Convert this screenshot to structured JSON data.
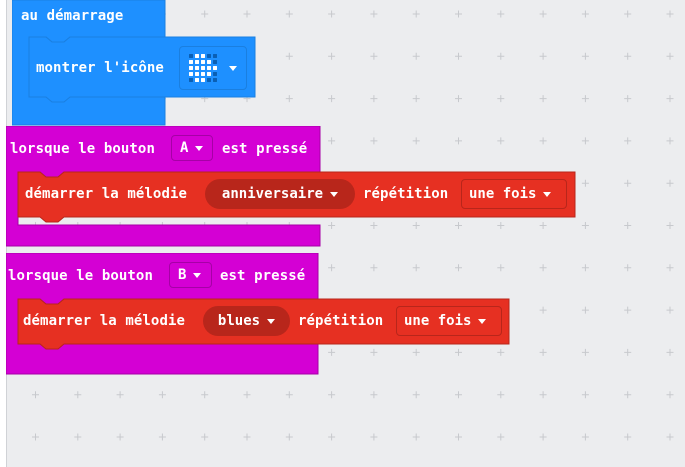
{
  "colors": {
    "workspace": "#ecedef",
    "basic": "#1e90ff",
    "basic_dark": "#1a7fe0",
    "input": "#d400d4",
    "input_dark": "#a600a6",
    "music": "#e63022",
    "music_dark": "#b8261b",
    "grid_plus": "#c7c9cd"
  },
  "on_start": {
    "label": "au démarrage",
    "show_icon": {
      "label": "montrer l'icône",
      "icon": "heart-icon"
    }
  },
  "on_button_a": {
    "label_prefix": "lorsque le bouton",
    "button": "A",
    "label_suffix": "est pressé",
    "play": {
      "label": "démarrer la mélodie",
      "melody": "anniversaire",
      "repeat_label": "répétition",
      "repeat": "une fois"
    }
  },
  "on_button_b": {
    "label_prefix": "lorsque le bouton",
    "button": "B",
    "label_suffix": "est pressé",
    "play": {
      "label": "démarrer la mélodie",
      "melody": "blues",
      "repeat_label": "répétition",
      "repeat": "une fois"
    }
  }
}
